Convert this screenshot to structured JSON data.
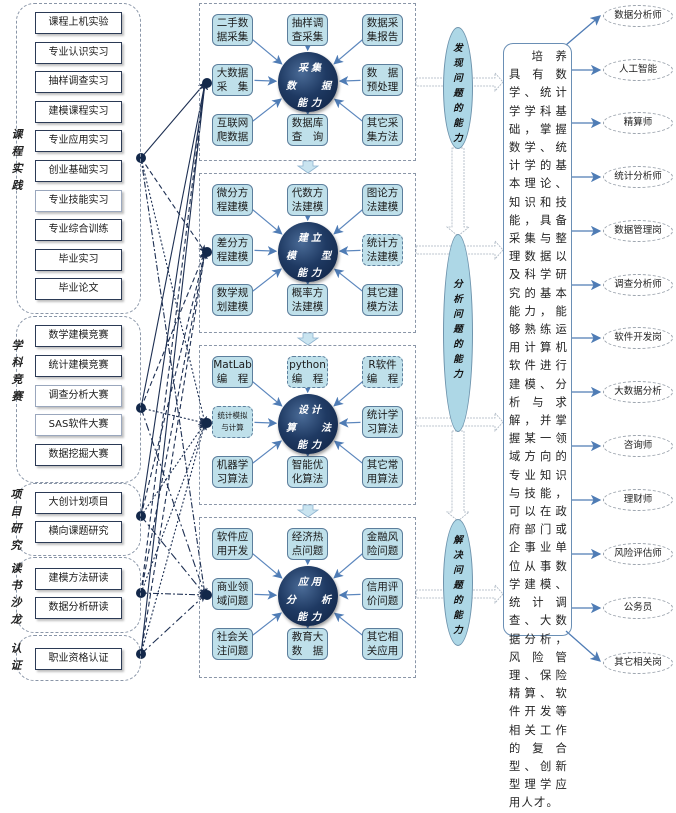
{
  "left_groups": [
    {
      "label": "课程实践",
      "items": [
        "课程上机实验",
        "专业认识实习",
        "抽样调查实习",
        "建模课程实习",
        "专业应用实习",
        "创业基础实习",
        "专业技能实习",
        "专业综合训练",
        "毕业实习",
        "毕业论文"
      ]
    },
    {
      "label": "学科竞赛",
      "items": [
        "数学建模竞赛",
        "统计建模竞赛",
        "调查分析大赛",
        "SAS软件大赛",
        "数据挖掘大赛"
      ]
    },
    {
      "label": "项目研究",
      "items": [
        "大创计划项目",
        "横向课题研究"
      ]
    },
    {
      "label": "读书沙龙",
      "items": [
        "建模方法研读",
        "数据分析研读"
      ]
    },
    {
      "label": "认证",
      "items": [
        "职业资格认证"
      ]
    }
  ],
  "panels": [
    {
      "hub": [
        "采",
        "集",
        "数",
        "据",
        "能",
        "力"
      ],
      "satellites": [
        "二手数据采集",
        "抽样调查采集",
        "数据采集报告",
        "大数据采集",
        "数据预处理",
        "互联网爬数据",
        "数据库查询",
        "其它采集方法"
      ],
      "sat_lines": [
        [
          "二手数",
          "据采集"
        ],
        [
          "抽样调",
          "查采集"
        ],
        [
          "数据采",
          "集报告"
        ],
        [
          "大数据",
          "采　集"
        ],
        [
          "数　据",
          "预处理"
        ],
        [
          "互联网",
          "爬数据"
        ],
        [
          "数据库",
          "查　询"
        ],
        [
          "其它采",
          "集方法"
        ]
      ]
    },
    {
      "hub": [
        "建",
        "立",
        "模",
        "型",
        "能",
        "力"
      ],
      "satellites": [
        "微分方程建模",
        "代数方法建模",
        "图论方法建模",
        "差分方程建模",
        "统计方法建模",
        "数学规划建模",
        "概率方法建模",
        "其它建模方法"
      ],
      "sat_lines": [
        [
          "微分方",
          "程建模"
        ],
        [
          "代数方",
          "法建模"
        ],
        [
          "图论方",
          "法建模"
        ],
        [
          "差分方",
          "程建模"
        ],
        [
          "统计方",
          "法建模"
        ],
        [
          "数学规",
          "划建模"
        ],
        [
          "概率方",
          "法建模"
        ],
        [
          "其它建",
          "模方法"
        ]
      ]
    },
    {
      "hub": [
        "设",
        "计",
        "算",
        "法",
        "能",
        "力"
      ],
      "satellites": [
        "MatLab编程",
        "python编程",
        "R软件编程",
        "统计模拟与计算",
        "统计学习算法",
        "机器学习算法",
        "智能优化算法",
        "其它常用算法"
      ],
      "sat_lines": [
        [
          "MatLab",
          "编　程"
        ],
        [
          "python",
          "编　程"
        ],
        [
          "R软件",
          "编　程"
        ],
        [
          "统计模拟",
          "与计算"
        ],
        [
          "统计学",
          "习算法"
        ],
        [
          "机器学",
          "习算法"
        ],
        [
          "智能优",
          "化算法"
        ],
        [
          "其它常",
          "用算法"
        ]
      ]
    },
    {
      "hub": [
        "应",
        "用",
        "分",
        "析",
        "能",
        "力"
      ],
      "satellites": [
        "软件应用开发",
        "经济热点问题",
        "金融风险问题",
        "商业领域问题",
        "信用评价问题",
        "社会关注问题",
        "教育大数据",
        "其它相关应用"
      ],
      "sat_lines": [
        [
          "软件应",
          "用开发"
        ],
        [
          "经济热",
          "点问题"
        ],
        [
          "金融风",
          "险问题"
        ],
        [
          "商业领",
          "域问题"
        ],
        [
          "信用评",
          "价问题"
        ],
        [
          "社会关",
          "注问题"
        ],
        [
          "教育大",
          "数　据"
        ],
        [
          "其它相",
          "关应用"
        ]
      ]
    }
  ],
  "abilities": [
    {
      "label": "发现问题的能力"
    },
    {
      "label": "分析问题的能力"
    },
    {
      "label": "解决问题的能力"
    }
  ],
  "summary": "培养具有数学、统计学学科基础，掌握数学、统计学的基本理论、知识和技能，具备采集与整理数据以及科学研究的基本能力，能够熟练运用计算机软件进行建模、分析与求解，并掌握某一领域方向的专业知识与技能，可以在政府部门或企事业单位从事数学建模、统计调查、大数据分析，风险管理、保险精算、软件开发等相关工作的复合型、创新型理学应用人才。",
  "careers": [
    "数据分析师",
    "人工智能",
    "精算师",
    "统计分析师",
    "数据管理岗",
    "调查分析师",
    "软件开发岗",
    "大数据分析",
    "咨询师",
    "理财师",
    "风险评估师",
    "公务员",
    "其它相关岗"
  ],
  "colors": {
    "node_dark": "#13284a",
    "satellite_fill": "#bfe0ea",
    "oval_fill": "#add7e6",
    "arrow_blue": "#4f7cb5",
    "line_dark": "#1d2f52"
  }
}
